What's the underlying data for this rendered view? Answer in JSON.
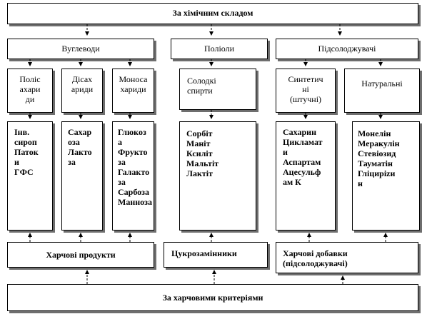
{
  "top": {
    "title": "За хімічним  складом"
  },
  "groups": {
    "carbs": "Вуглеводи",
    "polyols": "Поліоли",
    "sweeteners": "Підсолоджувачі"
  },
  "subgroups": {
    "poly": "Поліс\nахари\nди",
    "di": "Дісах\nариди",
    "mono": "Моноса\nхариди",
    "sweet_alcohols": "Солодкі\nспирти",
    "synthetic": "Синтетич\nні\n(штучні)",
    "natural": "Натуральні"
  },
  "lists": {
    "poly": "Інв.\nсироп\nПаток\nи\nГФС",
    "di": "Сахар\nоза\nЛакто\nза",
    "mono": "Глюкоз\nа\nФрукто\nза\nГалакто\nза\nСарбоза\nМанноза",
    "polyols": "Сорбіт\nМаніт\nКсиліт\nМальтіт\nЛактіт",
    "synthetic": "Сахарин\nЦикламат\nи\nАспартам\nАцесульф\nам К",
    "natural": "Монелін\nМеракулін\nСтевіозид\nТауматін\nГліцирizи\nн"
  },
  "bottom": {
    "food_products": "Харчові продукти",
    "sugar_substitutes": "Цукрозамінники",
    "food_additives": "Харчові добавки\n(підсолоджувачі)",
    "title": "За харчовими критеріями"
  }
}
